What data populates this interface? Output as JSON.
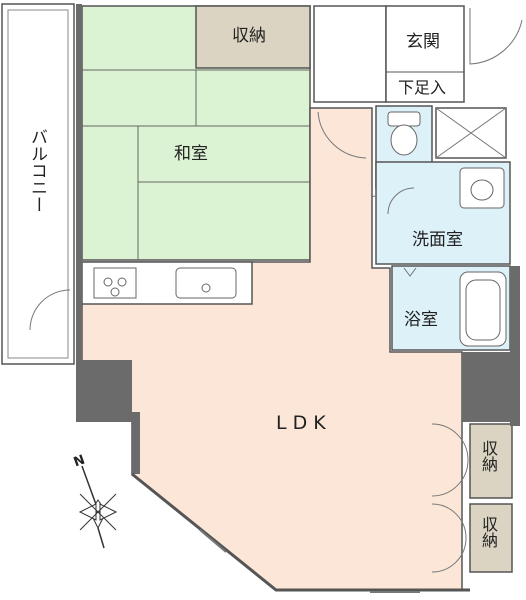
{
  "plan": {
    "rooms": {
      "balcony": "バルコニー",
      "washitsu": "和室",
      "shuno_top": "収納",
      "genkan": "玄関",
      "geta": "下足入",
      "senmen": "洗面室",
      "yoku": "浴室",
      "ldk": "L D K",
      "shuno_right_1": "収納",
      "shuno_right_2": "収納"
    },
    "compass": {
      "north": "N"
    },
    "colors": {
      "tatami": "#dbf2d3",
      "storage": "#dcd4c2",
      "wet_area": "#ddf1f8",
      "ldk": "#fbe6d8",
      "wall": "#6b6b6b"
    }
  }
}
